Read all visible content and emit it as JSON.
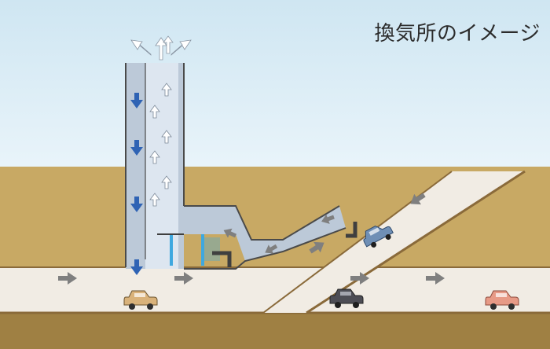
{
  "caption": "換気所のイメージ",
  "colors": {
    "sky_top": "#cfe6f2",
    "sky_bottom": "#e9f4fa",
    "ground": "#c8a964",
    "ground_deep": "#9f8043",
    "road": "#f1ece4",
    "road_edge": "#8a6a3a",
    "shaft": "#bcc9d8",
    "shaft_inner": "#dde6f0",
    "shaft_edge": "#4a4a4a",
    "exhaust_arrow": "#ffffff",
    "intake_arrow": "#2f63b4",
    "traffic_arrow": "#7f7f7f",
    "fan": "#3ea8df"
  },
  "icons": {
    "intake": "blue-down-arrow-icon",
    "exhaust": "white-up-arrow-icon",
    "traffic": "gray-right-arrow-icon",
    "car": "car-icon"
  },
  "cars": [
    {
      "name": "tan-car",
      "color": "#d9b27a"
    },
    {
      "name": "dark-car",
      "color": "#4d4d55"
    },
    {
      "name": "pink-car",
      "color": "#e79a86"
    },
    {
      "name": "blue-car",
      "color": "#6f8fb5"
    }
  ]
}
